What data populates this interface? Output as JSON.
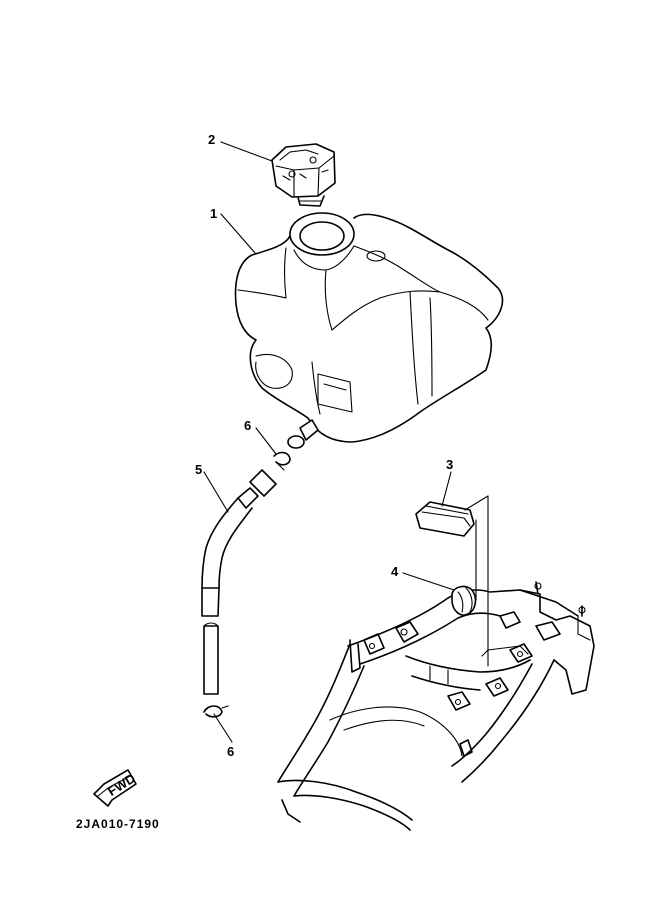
{
  "callouts": {
    "c1": "1",
    "c2": "2",
    "c3": "3",
    "c4": "4",
    "c5": "5",
    "c6a": "6",
    "c6b": "6"
  },
  "fwd_label": "FWD",
  "diagram_code": "2JA010-7190"
}
